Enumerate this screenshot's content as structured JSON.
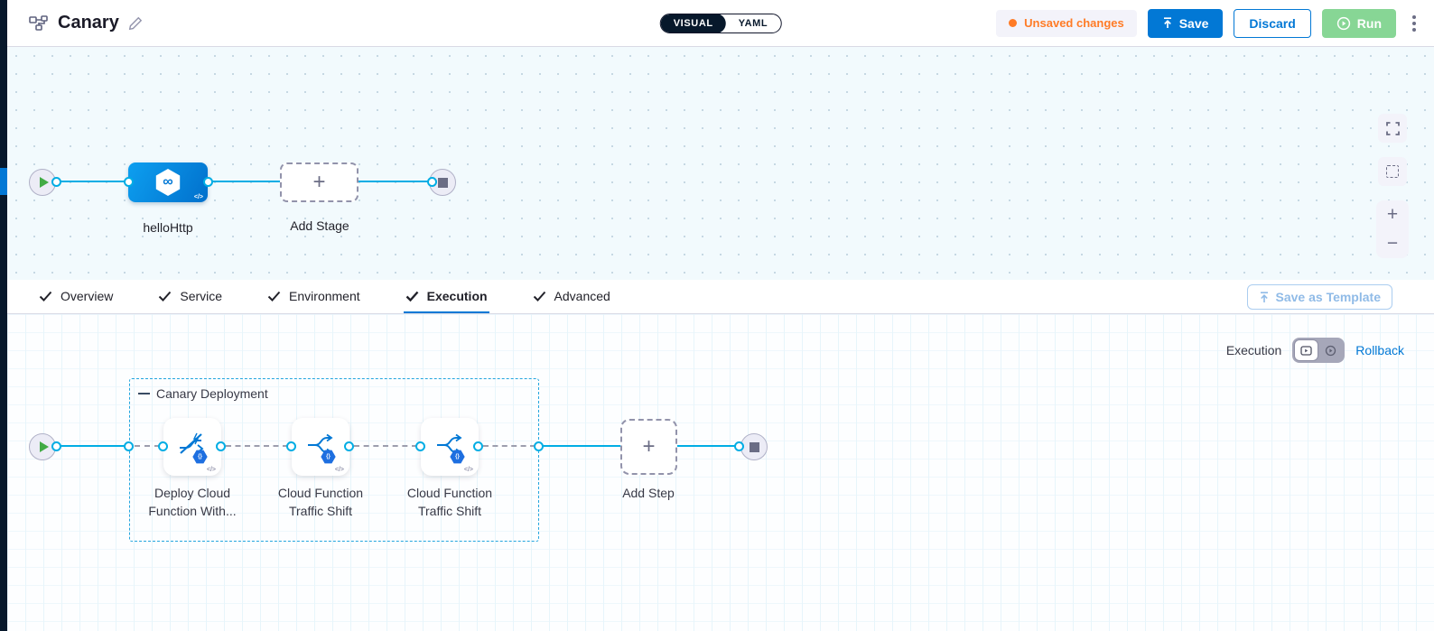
{
  "header": {
    "title": "Canary",
    "view_toggle": {
      "visual": "VISUAL",
      "yaml": "YAML"
    },
    "unsaved_badge": "Unsaved changes",
    "save_label": "Save",
    "discard_label": "Discard",
    "run_label": "Run"
  },
  "stage_canvas": {
    "stage_name": "helloHttp",
    "add_stage_label": "Add Stage"
  },
  "tabs": {
    "items": [
      {
        "label": "Overview"
      },
      {
        "label": "Service"
      },
      {
        "label": "Environment"
      },
      {
        "label": "Execution"
      },
      {
        "label": "Advanced"
      }
    ],
    "active": "Execution",
    "save_as_template_label": "Save as Template"
  },
  "execution_panel": {
    "mode_label": "Execution",
    "rollback_label": "Rollback",
    "group_label": "Canary Deployment",
    "steps": [
      {
        "name": "Deploy Cloud Function With..."
      },
      {
        "name": "Cloud Function Traffic Shift"
      },
      {
        "name": "Cloud Function Traffic Shift"
      }
    ],
    "add_step_label": "Add Step"
  },
  "glyphs": {
    "infinity": "∞",
    "code": "</>",
    "plus": "+",
    "minus": "−",
    "badge_mark": "{}"
  },
  "colors": {
    "accent_blue": "#0278d5",
    "connector_blue": "#00ade4",
    "run_green": "#87d695",
    "warning_orange": "#ff7b26",
    "dark_navy": "#07182b"
  }
}
